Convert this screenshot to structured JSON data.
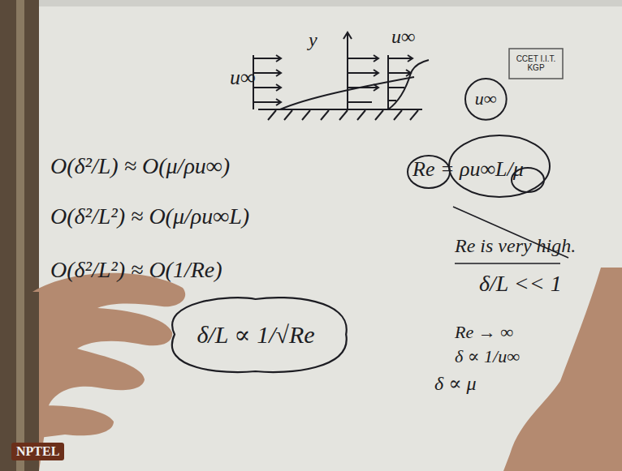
{
  "diagram": {
    "nodes": [
      {
        "text": [
          "CCET I.I.T. KGP"
        ]
      },
      {
        "text": [
          "u∞"
        ]
      },
      {
        "text": [
          "δ/L ∝ 1/√Re"
        ]
      }
    ],
    "labels": [
      "u∞",
      "y",
      "u∞",
      "O(δ²/L) ≈ O(μ/ρu∞)",
      "Re = ρu∞L/μ",
      "O(δ²/L²) ≈ O(μ/ρu∞L)",
      "O(δ²/L²) ≈ O(1/Re)",
      "Re is very high.",
      "δ/L << 1",
      "Re → ∞",
      "δ ∝ 1/u∞",
      "δ ∝ μ",
      "NPTEL"
    ]
  }
}
